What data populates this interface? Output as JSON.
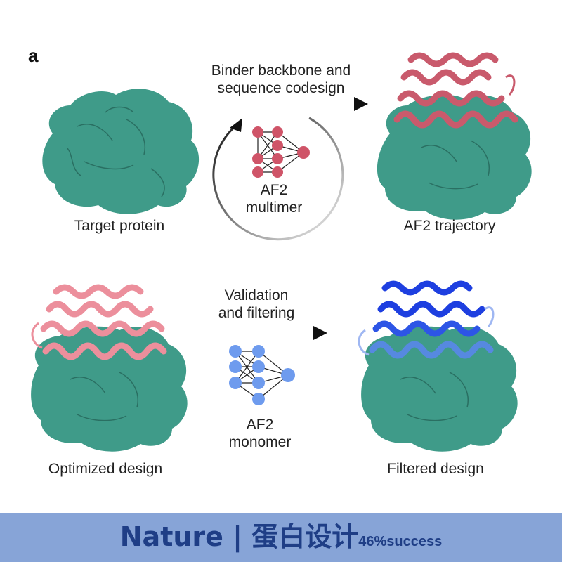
{
  "panel_letter": "a",
  "steps": {
    "codesign_line1": "Binder backbone and",
    "codesign_line2": "sequence codesign",
    "validation_line1": "Validation",
    "validation_line2": "and filtering"
  },
  "networks": {
    "multimer_line1": "AF2",
    "multimer_line2": "multimer",
    "monomer_line1": "AF2",
    "monomer_line2": "monomer"
  },
  "captions": {
    "target": "Target protein",
    "trajectory": "AF2 trajectory",
    "optimized": "Optimized design",
    "filtered": "Filtered design"
  },
  "banner": {
    "main": "Nature | 蛋白设计",
    "sub": "46%success"
  },
  "colors": {
    "protein": "#3f9b89",
    "binder_dark": "#c95a6c",
    "binder_light": "#ec8f9c",
    "binder_blue": "#1e3fe0",
    "net_red": "#cf5468",
    "net_blue": "#6e9bee",
    "banner_bg": "#87a4d7",
    "banner_text": "#1f3e86"
  }
}
